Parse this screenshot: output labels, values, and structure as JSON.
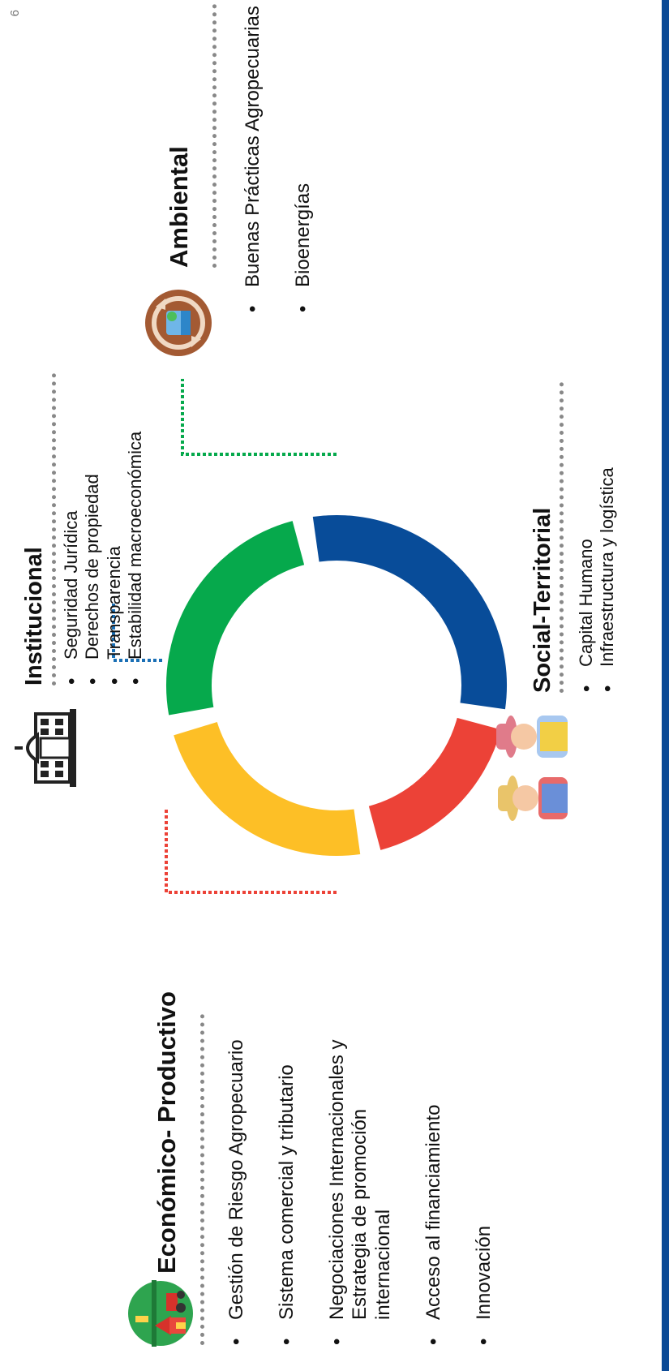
{
  "page_number": "6",
  "ring_colors": {
    "red": "#ec4237",
    "yellow": "#fdbf26",
    "green": "#06a94c",
    "blue": "#084c99"
  },
  "sections": {
    "economico": {
      "title": "Económico- Productivo",
      "icon": "farm-icon",
      "items": [
        "Gestión de Riesgo Agropecuario",
        "Sistema comercial y tributario",
        "Negociaciones Internacionales y Estrategia de promoción internacional",
        "Acceso al financiamiento",
        "Innovación"
      ]
    },
    "institucional": {
      "title": "Institucional",
      "icon": "government-building-icon",
      "items": [
        "Seguridad Jurídica",
        "Derechos de propiedad",
        "Transparencia",
        "Estabilidad macroeconómica"
      ]
    },
    "social": {
      "title": "Social-Territorial",
      "icon": "farmers-icon",
      "items": [
        "Capital Humano",
        "Infraestructura y logística"
      ]
    },
    "ambiental": {
      "title": "Ambiental",
      "icon": "environment-cycle-icon",
      "items": [
        "Buenas Prácticas Agropecuarias",
        "Bioenergías"
      ]
    }
  }
}
